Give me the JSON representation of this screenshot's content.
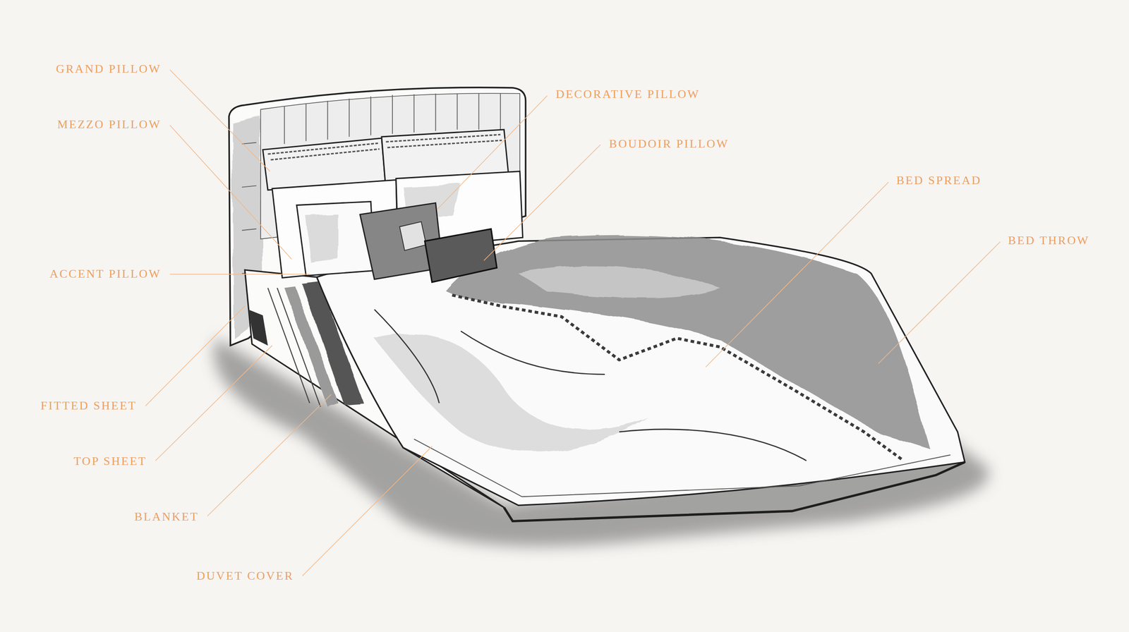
{
  "diagram": {
    "labels": [
      "GRAND PILLOW",
      "MEZZO PILLOW",
      "ACCENT PILLOW",
      "FITTED SHEET",
      "TOP SHEET",
      "BLANKET",
      "DUVET COVER",
      "DECORATIVE PILLOW",
      "BOUDOIR PILLOW",
      "BED SPREAD",
      "BED THROW"
    ]
  }
}
